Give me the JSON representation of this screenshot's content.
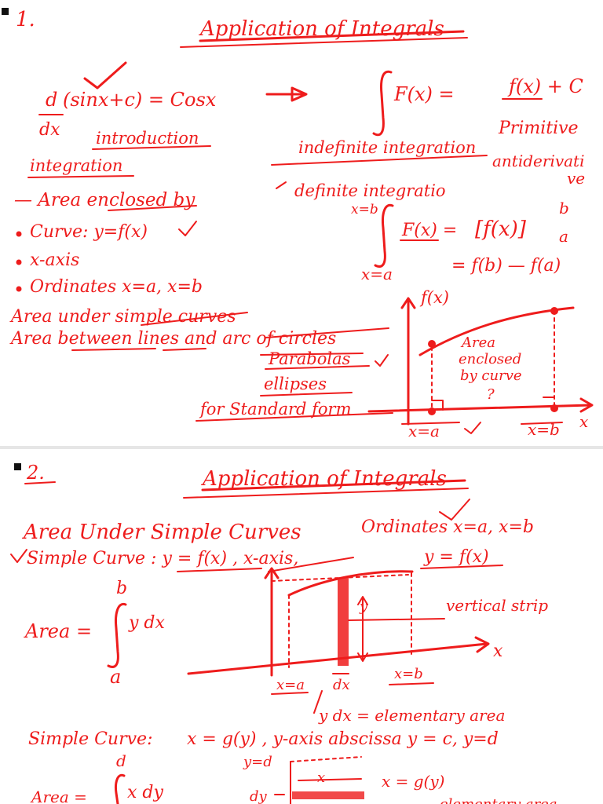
{
  "ink_color": "#ee1c1c",
  "bullet_color": "#111111",
  "note1": {
    "number": "1.",
    "title": "Application of Integrals",
    "derivative_lhs": "d",
    "derivative_den": "dx",
    "derivative_expr": "(sinx+c) = Cosx",
    "integral_lhs": "F(x) =",
    "integral_rhs": "f(x) + C",
    "introduction": "introduction",
    "integration": "integration",
    "indefinite": "indefinite integration",
    "primitive": "Primitive",
    "antiderivative_a": "antiderivati",
    "antiderivative_b": "ve",
    "area_enclosed": "— Area enclosed by",
    "bullet_curve": "Curve: y=f(x)",
    "bullet_xaxis": "x-axis",
    "bullet_ordinates": "Ordinates x=a, x=b",
    "definite": "definite integratio",
    "upper_limit": "x=b",
    "lower_limit": "x=a",
    "def_lhs": "F(x) =",
    "def_rhs": "[f(x)]",
    "def_sup": "b",
    "def_sub": "a",
    "def_result": "= f(b) — f(a)",
    "area_simple": "Area under simple curves",
    "area_between": "Area between lines and arc of circles",
    "parabolas": "Parabolas",
    "ellipses": "ellipses",
    "standard_form": "for Standard form",
    "graph_y_label": "f(x)",
    "graph_area_text_1": "Area",
    "graph_area_text_2": "enclosed",
    "graph_area_text_3": "by curve",
    "graph_q": "?",
    "graph_xa": "x=a",
    "graph_xb": "x=b",
    "graph_x": "x"
  },
  "note2": {
    "number": "2.",
    "title": "Application of Integrals",
    "heading": "Area Under Simple Curves",
    "ordinates": "Ordinates x=a, x=b",
    "simple_curve_1": "Simple Curve : y = f(x) , x-axis,",
    "area_label": "Area =",
    "int_upper": "b",
    "int_lower": "a",
    "int_body": "y dx",
    "curve_label": "y = f(x)",
    "strip_y": "y",
    "vertical_strip": "vertical strip",
    "x_axis": "x",
    "xa": "x=a",
    "dx": "dx",
    "xb": "x=b",
    "elementary": "y dx = elementary area",
    "simple_curve_2": "Simple Curve:",
    "curve2_expr": "x = g(y) , y-axis abscissa y = c, y=d",
    "area2_upper": "d",
    "area2_label": "Area =",
    "area2_body": "x dy",
    "strip2_top": "y=d",
    "strip2_dy": "dy",
    "strip2_x": "x",
    "strip2_curve": "x = g(y)",
    "strip2_elem": "elementary area"
  }
}
